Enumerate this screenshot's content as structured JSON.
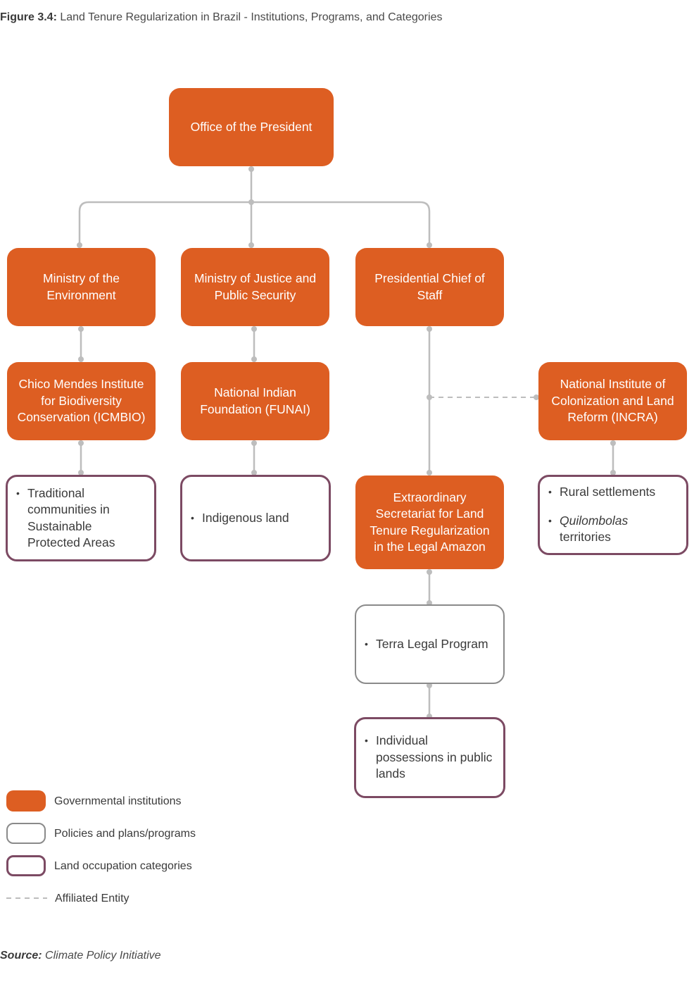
{
  "title": {
    "label": "Figure 3.4:",
    "text": "Land Tenure Regularization in Brazil - Institutions, Programs, and Categories"
  },
  "nodes": {
    "president": "Office of the President",
    "environment": "Ministry of the Environment",
    "justice": "Ministry of Justice and Public Security",
    "chief_staff": "Presidential Chief of Staff",
    "icmbio": "Chico Mendes Institute for Biodiversity Conservation (ICMBIO)",
    "funai": "National Indian Foundation (FUNAI)",
    "incra": "National Institute of Colonization and Land Reform (INCRA)",
    "secretariat": "Extraordinary Secretariat for Land Tenure Regularization in the Legal Amazon",
    "terra_legal": "Terra Legal Program",
    "traditional": "Traditional communities in Sustainable Protected Areas",
    "indigenous": "Indigenous land",
    "rural": "Rural settlements",
    "quilombolas": "Quilombolas",
    "quilombolas_suffix": "territories",
    "individual": "Individual possessions in public lands"
  },
  "legend": {
    "governmental": "Governmental institutions",
    "policies": "Policies and plans/programs",
    "occupation": "Land occupation categories",
    "affiliated": "Affiliated Entity"
  },
  "source": {
    "label": "Source:",
    "text": "Climate Policy Initiative"
  },
  "colors": {
    "governmental": "#dd5e22",
    "policies_border": "#8a8a8a",
    "occupation_border": "#7c4a63",
    "connector": "#bdbdbd"
  }
}
